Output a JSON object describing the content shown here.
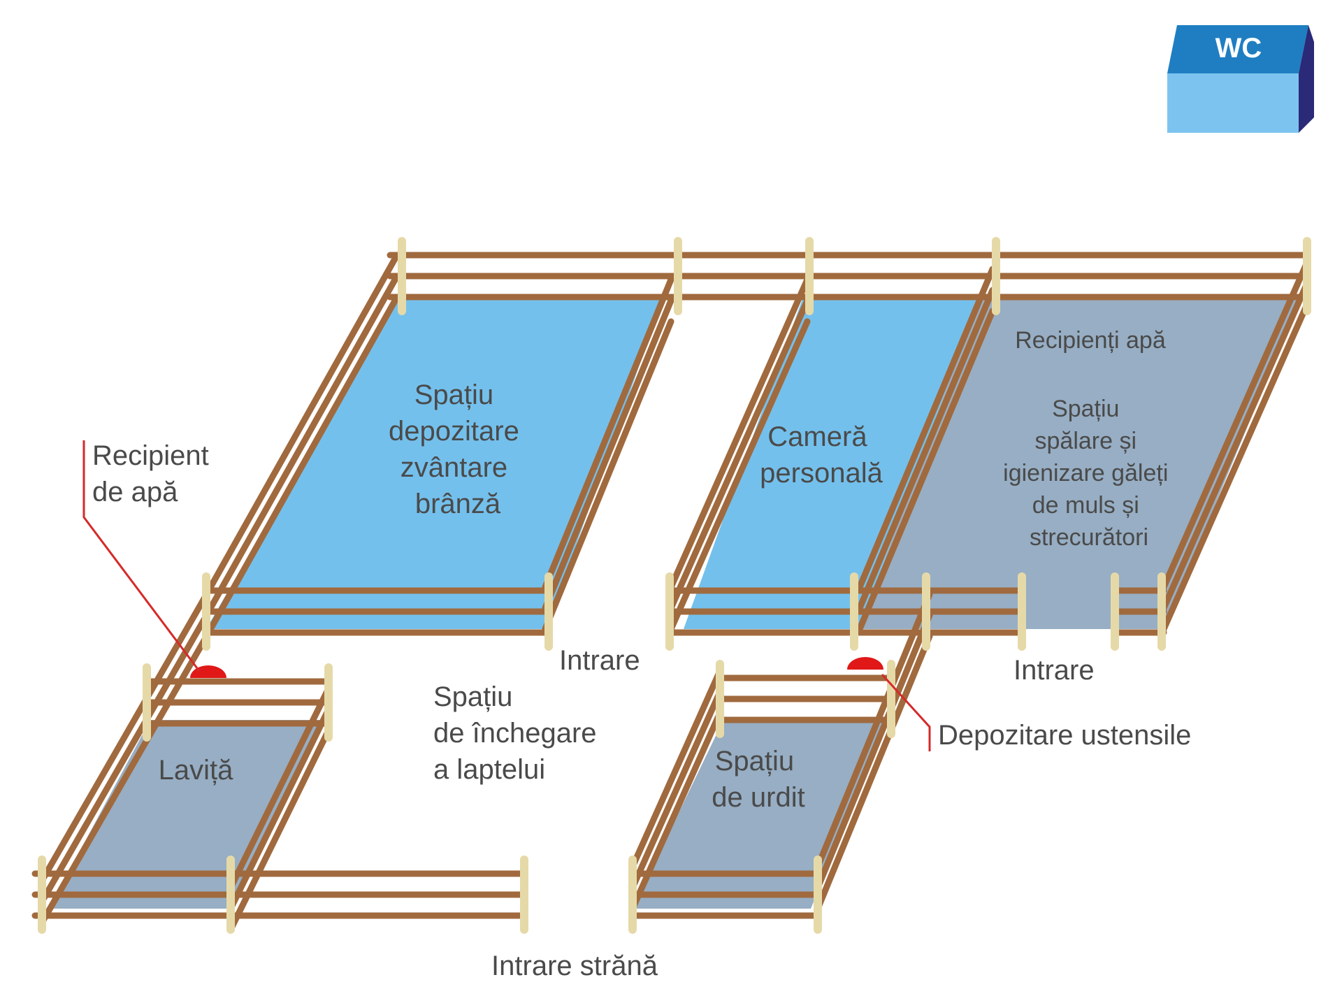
{
  "wc": {
    "label": "WC"
  },
  "rooms": {
    "depozitare": [
      "Spațiu",
      "depozitare",
      "zvântare",
      "brânză"
    ],
    "camera": [
      "Cameră",
      "personală"
    ],
    "recipienti": "Recipienți apă",
    "spalare": [
      "Spațiu",
      "spălare și",
      "igienizare găleți",
      "de muls și",
      "strecurători"
    ],
    "lavita": "Laviță",
    "urdit": [
      "Spațiu",
      "de urdit"
    ],
    "inchegare": [
      "Spațiu",
      "de închegare",
      "a laptelui"
    ]
  },
  "labels": {
    "recipient_apa": [
      "Recipient",
      "de apă"
    ],
    "intrare_left": "Intrare",
    "intrare_right": "Intrare",
    "depozitare_ustensile": "Depozitare ustensile",
    "intrare_strana": "Intrare strănă"
  },
  "colors": {
    "blue_floor": "#74c0ec",
    "grey_floor": "#97aec4",
    "rail": "#a06a3e",
    "post": "#e6d9a8",
    "marker": "#e01818",
    "pointer": "#d42a2a",
    "wc_roof": "#1f7ec2",
    "wc_wall": "#7cc4ef",
    "wc_side": "#2a2a78"
  }
}
